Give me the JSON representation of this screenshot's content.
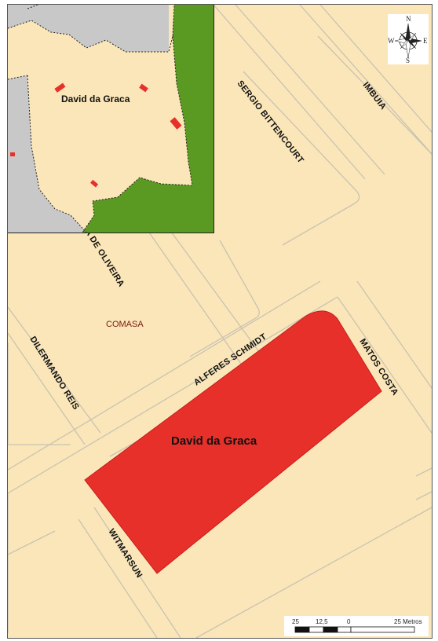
{
  "map": {
    "streets": {
      "sergio": "SERGIO BITTENCOURT",
      "imbuia": "IMBUIA",
      "oliveira": "A DE OLIVEIRA",
      "dilermando": "DILERMANDO REIS",
      "alferes": "ALFERES SCHMIDT",
      "matos": "MATOS COSTA",
      "witmarsun": "WITMARSUN"
    },
    "area_label": "COMASA",
    "parcel_label": "David da Graca",
    "colors": {
      "background": "#fbe6b9",
      "road_edge": "#c9c2b2",
      "parcel": "#e8302a",
      "green_area": "#5a9a22",
      "grey_area": "#c8c8c8"
    }
  },
  "inset": {
    "label": "David da Graca"
  },
  "compass": {
    "icon": "compass-rose-icon",
    "north": "N",
    "south": "S",
    "east": "E",
    "west": "W"
  },
  "scale": {
    "ticks": [
      "25",
      "12,5",
      "0",
      "25 Metros"
    ]
  }
}
